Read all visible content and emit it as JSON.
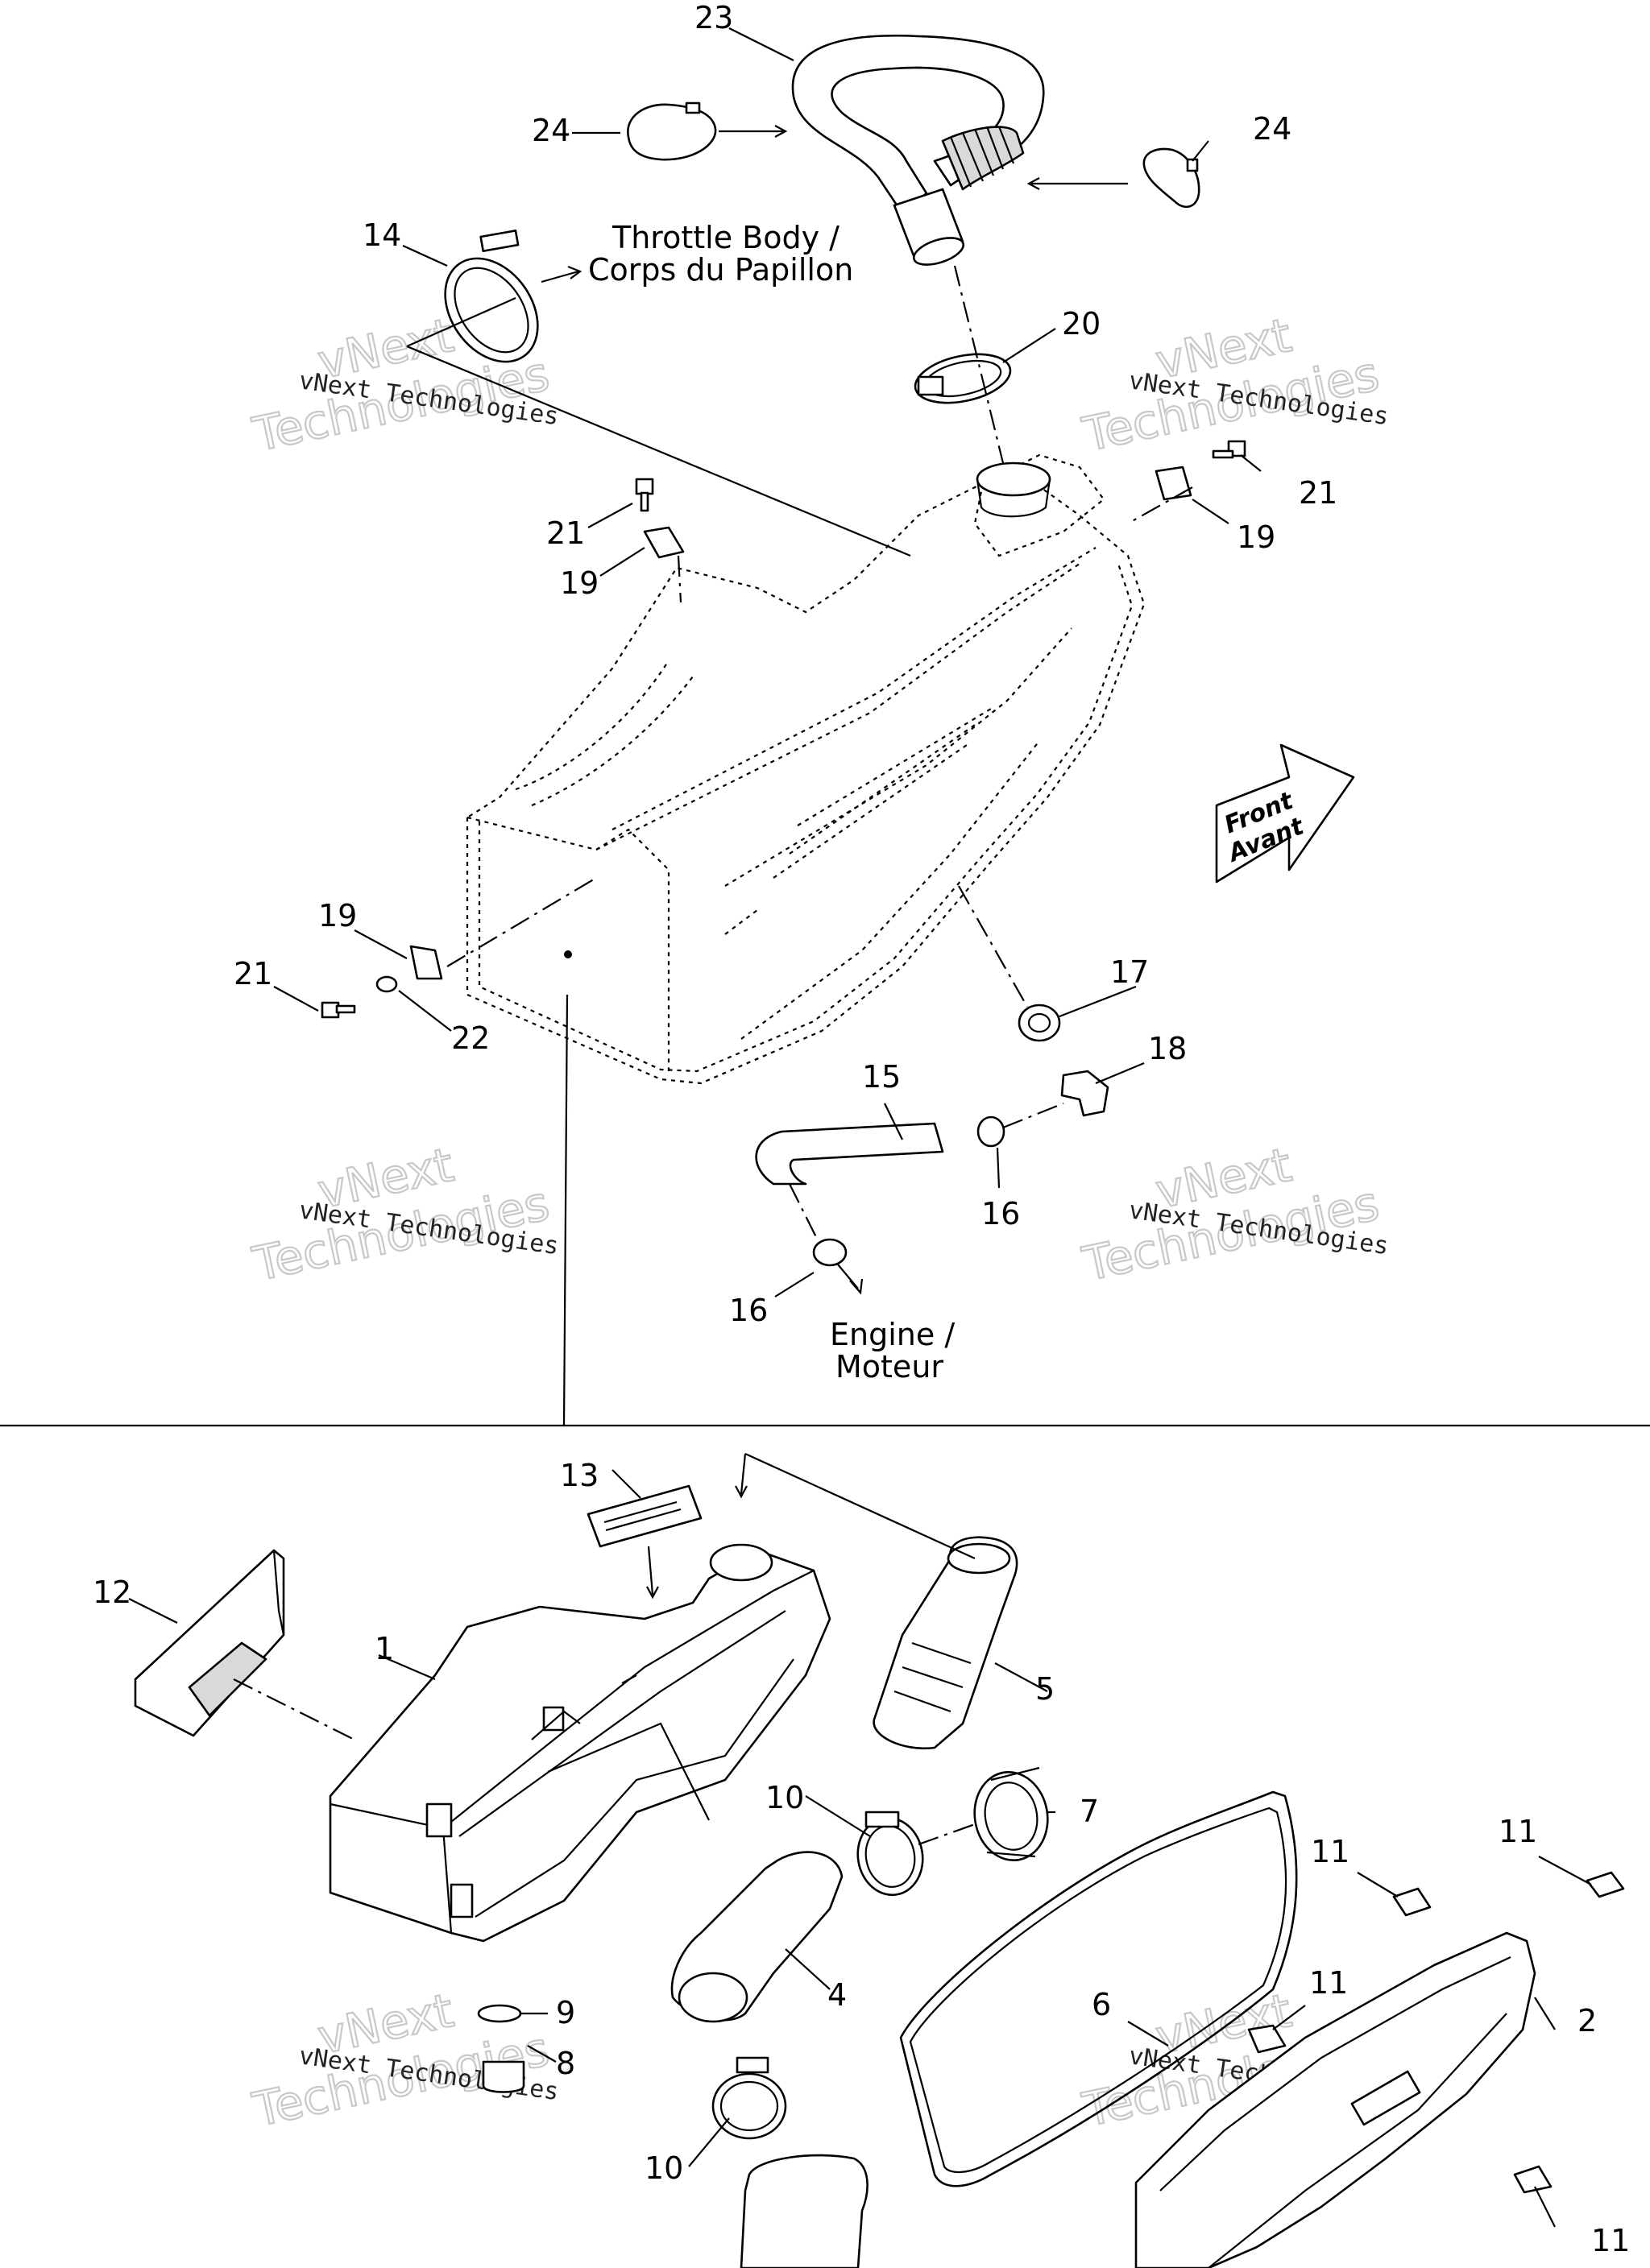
{
  "annotations": {
    "throttle_line1": "Throttle Body /",
    "throttle_line2": "Corps du Papillon",
    "engine_line1": "Engine /",
    "engine_line2": "Moteur",
    "front_line1": "Front",
    "front_line2": "Avant"
  },
  "watermark": {
    "small": "vNext Technologies",
    "big_line1": "vNext",
    "big_line2": "Technologies"
  },
  "callouts": {
    "c1": "1",
    "c2": "2",
    "c4": "4",
    "c5": "5",
    "c6": "6",
    "c7": "7",
    "c8": "8",
    "c9": "9",
    "c10": "10",
    "c11": "11",
    "c12": "12",
    "c13": "13",
    "c14": "14",
    "c15": "15",
    "c16": "16",
    "c17": "17",
    "c18": "18",
    "c19": "19",
    "c20": "20",
    "c21": "21",
    "c22": "22",
    "c23": "23",
    "c24": "24"
  },
  "colors": {
    "line": "#000000",
    "watermark": "#c8c8c8",
    "fill": "#d9d9d9"
  }
}
